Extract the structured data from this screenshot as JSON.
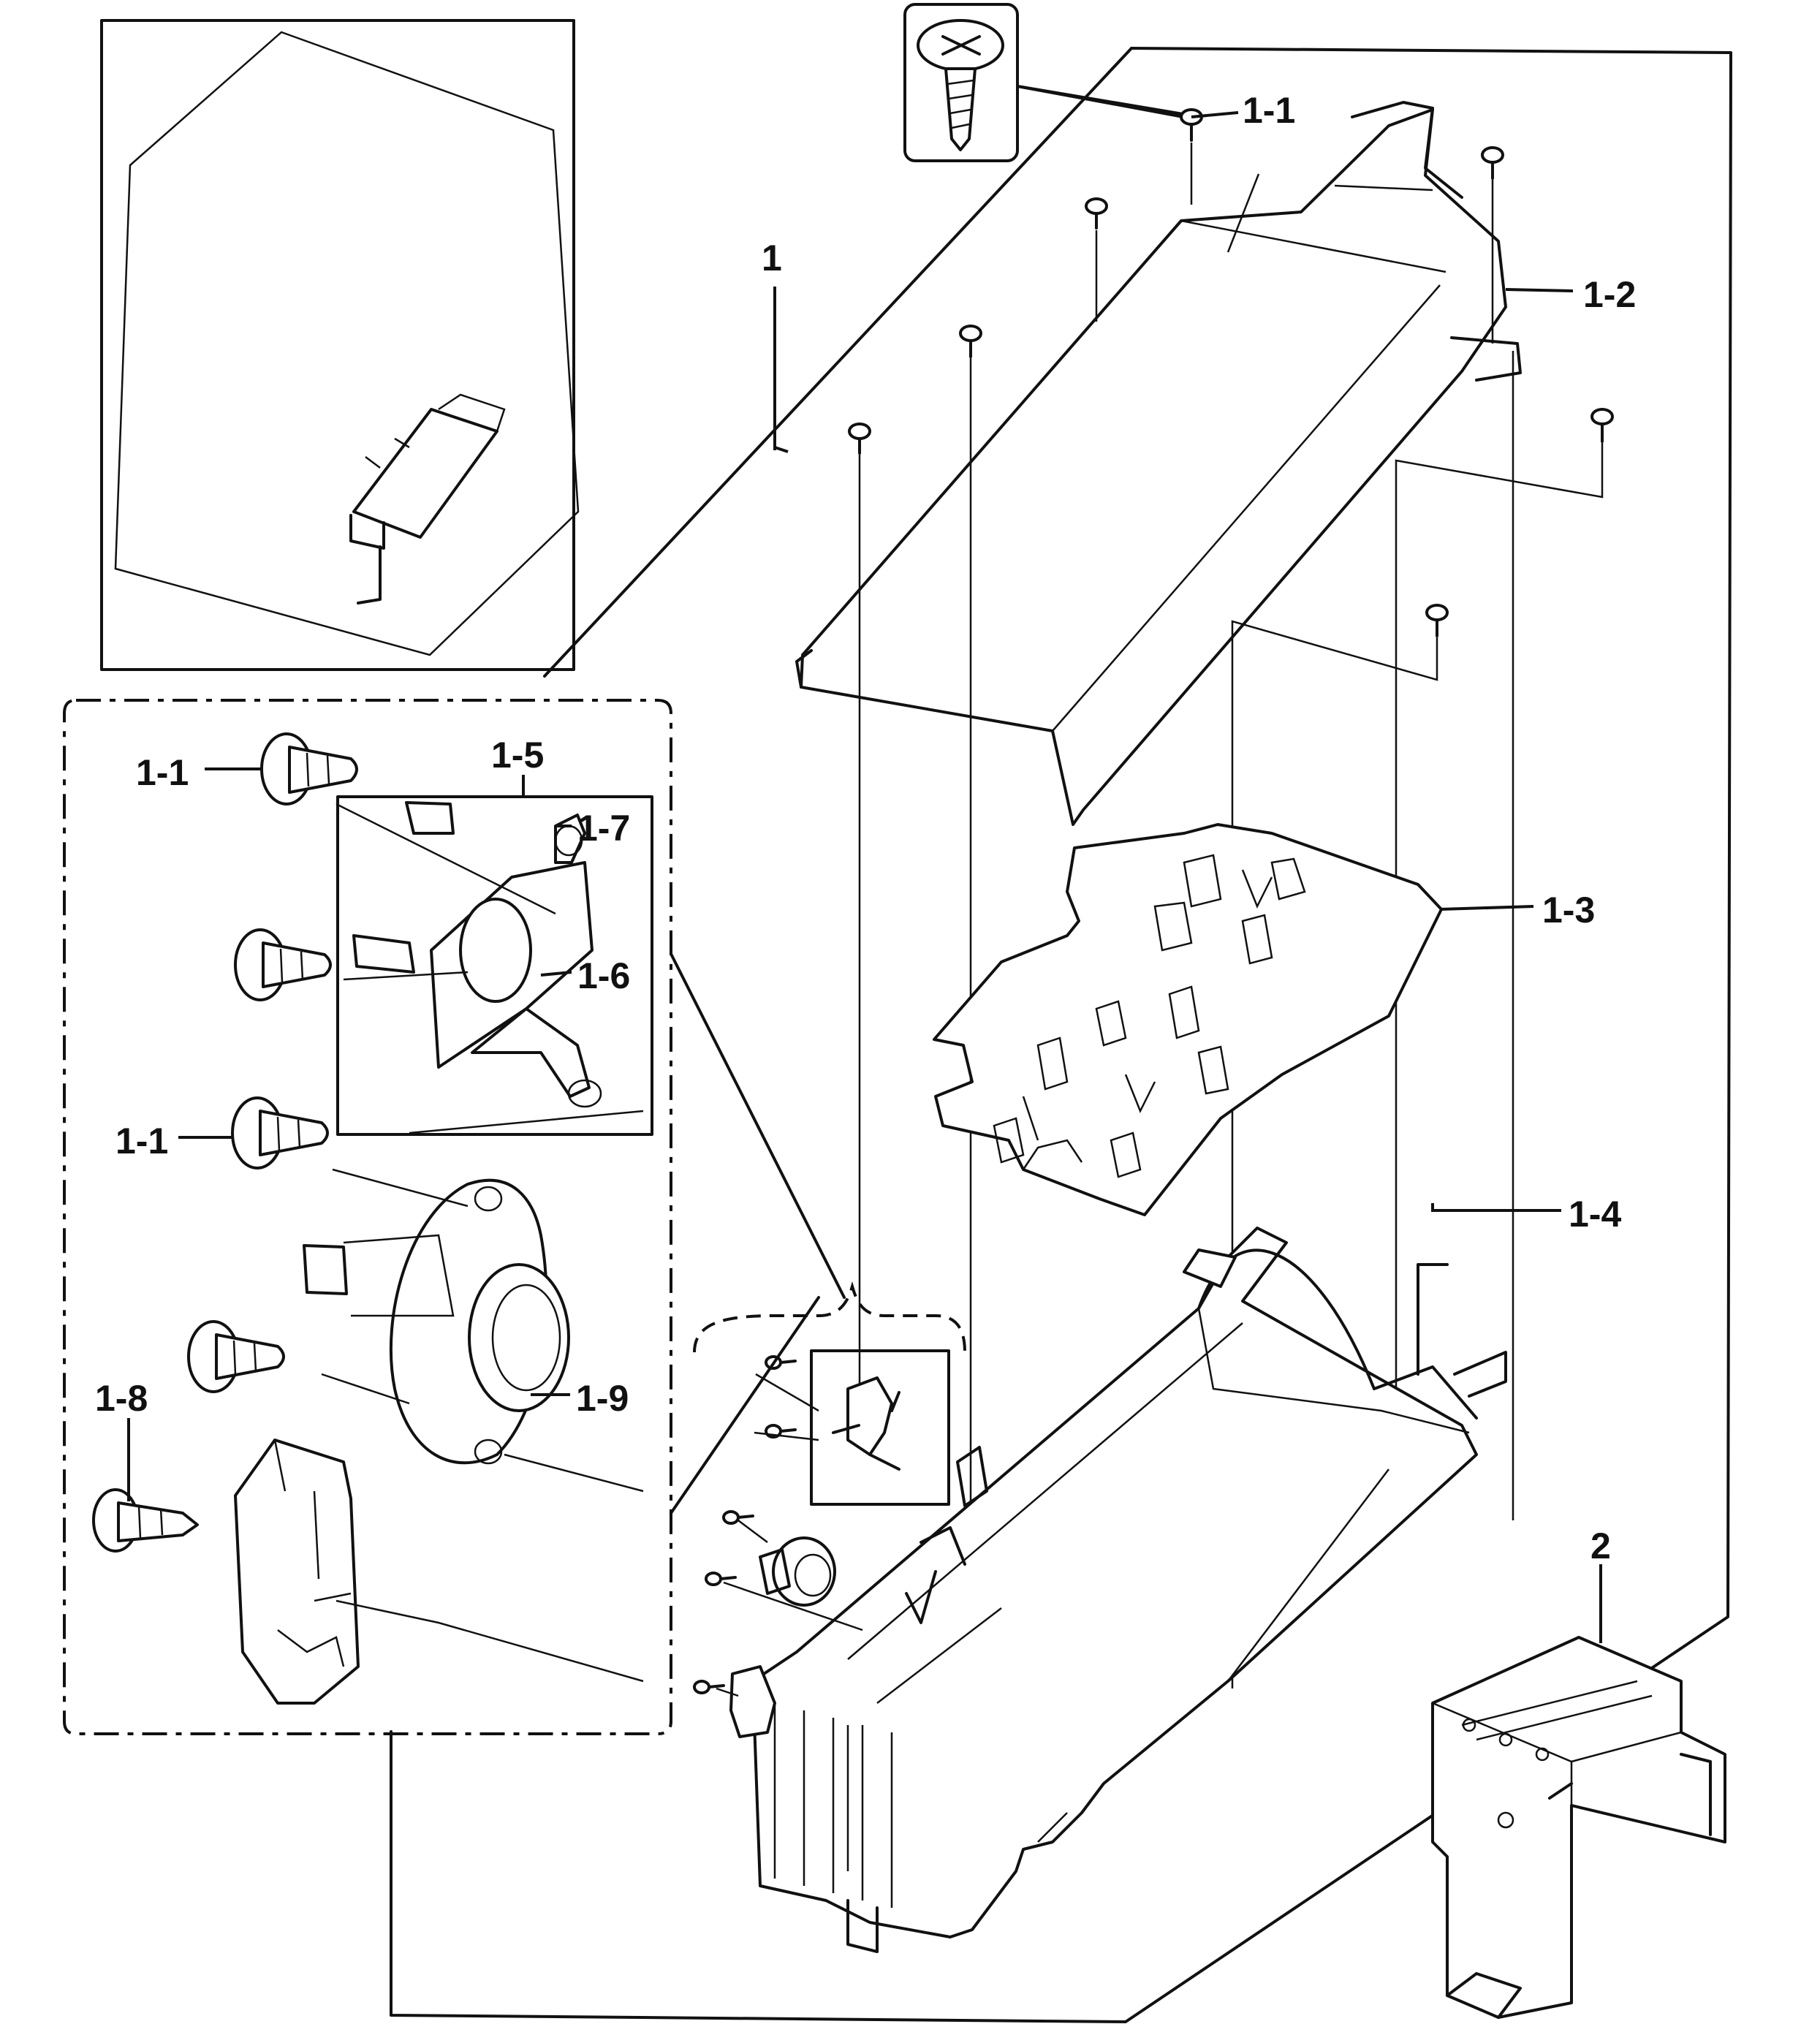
{
  "labels": {
    "assembly": "1",
    "screw_top": "1-1",
    "duct": "1-2",
    "heater_plate": "1-3",
    "housing": "1-4",
    "thermostat_bracket": "1-5",
    "thermostat_hi_limit": "1-6",
    "bracket_clip": "1-7",
    "screw_detail_a": "1-1",
    "screw_detail_b": "1-1",
    "screw_sensor": "1-8",
    "thermostat_cutoff": "1-9",
    "bracket_2": "2"
  },
  "icons": [
    "phillips-screw-icon",
    "screw-icon",
    "thermostat-icon",
    "heater-coil-icon",
    "bracket-icon",
    "connector-icon"
  ]
}
